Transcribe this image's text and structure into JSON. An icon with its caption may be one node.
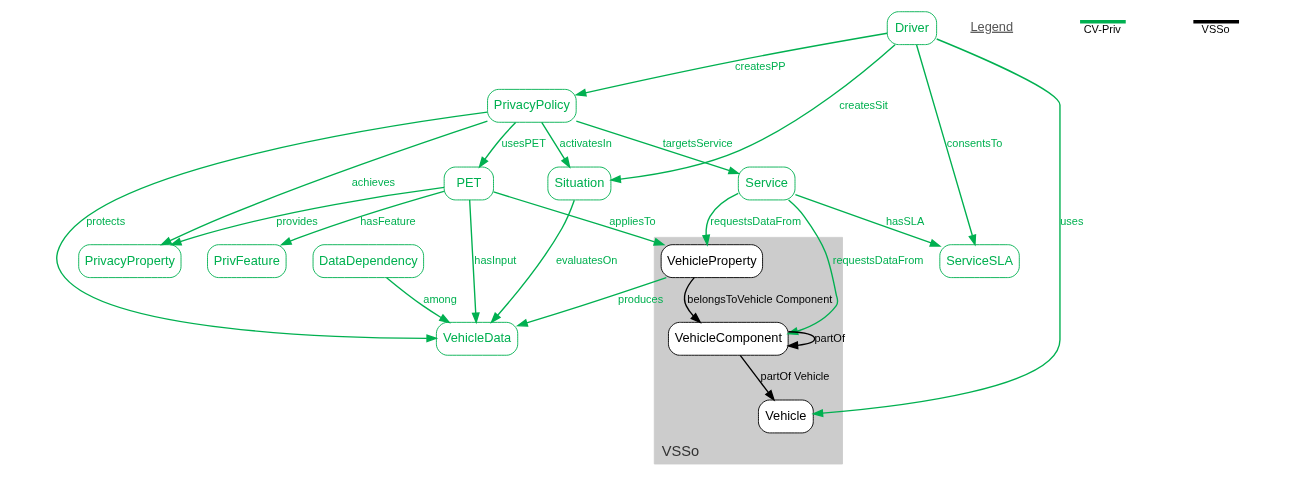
{
  "diagram": {
    "nodes": [
      {
        "text": [
          "PET"
        ]
      },
      {
        "text": [
          "PrivacyProperty"
        ]
      },
      {
        "text": [
          "PrivacyPolicy"
        ]
      },
      {
        "text": [
          "Service"
        ]
      },
      {
        "text": [
          "PrivFeature"
        ]
      },
      {
        "text": [
          "VehicleData"
        ]
      },
      {
        "text": [
          "Situation"
        ]
      },
      {
        "text": [
          "ServiceSLA"
        ]
      },
      {
        "text": [
          "DataDependency"
        ]
      },
      {
        "text": [
          "Driver"
        ]
      },
      {
        "text": [
          "VSSo"
        ]
      },
      {
        "text": [
          "VehicleProperty"
        ],
        "in": 10
      },
      {
        "text": [
          "VehicleComponent"
        ],
        "in": 10
      },
      {
        "text": [
          "Vehicle"
        ],
        "in": 10
      }
    ],
    "edges": [
      {
        "from": 2,
        "to": 0,
        "arrow": "to",
        "label": "usesPET"
      },
      {
        "from": 0,
        "to": 4,
        "arrow": "to",
        "label": "hasFeature"
      },
      {
        "from": 0,
        "to": 1,
        "arrow": "to",
        "label": "provides"
      },
      {
        "from": 2,
        "to": 1,
        "arrow": "to",
        "label": "achieves"
      },
      {
        "from": 2,
        "to": 3,
        "arrow": "to",
        "label": "targetsService"
      },
      {
        "from": 0,
        "to": 5,
        "arrow": "to",
        "label": "hasInput"
      },
      {
        "from": 2,
        "to": 5,
        "arrow": "to",
        "label": "protects"
      },
      {
        "from": 2,
        "to": 6,
        "arrow": "to",
        "label": "activatesIn"
      },
      {
        "from": 9,
        "to": 2,
        "arrow": "to",
        "label": "createsPP"
      },
      {
        "from": 3,
        "to": 7,
        "arrow": "to",
        "label": "hasSLA"
      },
      {
        "from": 6,
        "to": 5,
        "arrow": "to",
        "label": "evaluatesOn"
      },
      {
        "from": 0,
        "to": 11,
        "arrow": "to",
        "label": "appliesTo"
      },
      {
        "from": 11,
        "to": 5,
        "arrow": "to",
        "label": "produces"
      },
      {
        "from": 8,
        "to": 5,
        "arrow": "to",
        "label": "among"
      },
      {
        "from": 9,
        "to": 7,
        "arrow": "to",
        "label": "consentsTo"
      },
      {
        "from": 9,
        "to": 6,
        "arrow": "to",
        "label": "createsSit"
      },
      {
        "from": 9,
        "to": 13,
        "arrow": "to",
        "label": "uses"
      },
      {
        "from": 3,
        "to": 11,
        "arrow": "to",
        "label": "requestsDataFrom"
      },
      {
        "from": 3,
        "to": 12,
        "arrow": "to",
        "label": "requestsDataFrom"
      },
      {
        "from": 11,
        "to": 12,
        "arrow": "to",
        "label": "belongsToVehicle Component",
        "color": "#000000"
      },
      {
        "from": 12,
        "to": 12,
        "arrow": "to",
        "label": "partOf",
        "color": "#000000"
      },
      {
        "from": 12,
        "to": 13,
        "arrow": "to",
        "label": "partOf Vehicle",
        "color": "#000000"
      }
    ],
    "labels": [
      "Legend"
    ],
    "legend": [
      {
        "text": "CV-Priv"
      },
      {
        "text": "VSSo"
      }
    ]
  }
}
